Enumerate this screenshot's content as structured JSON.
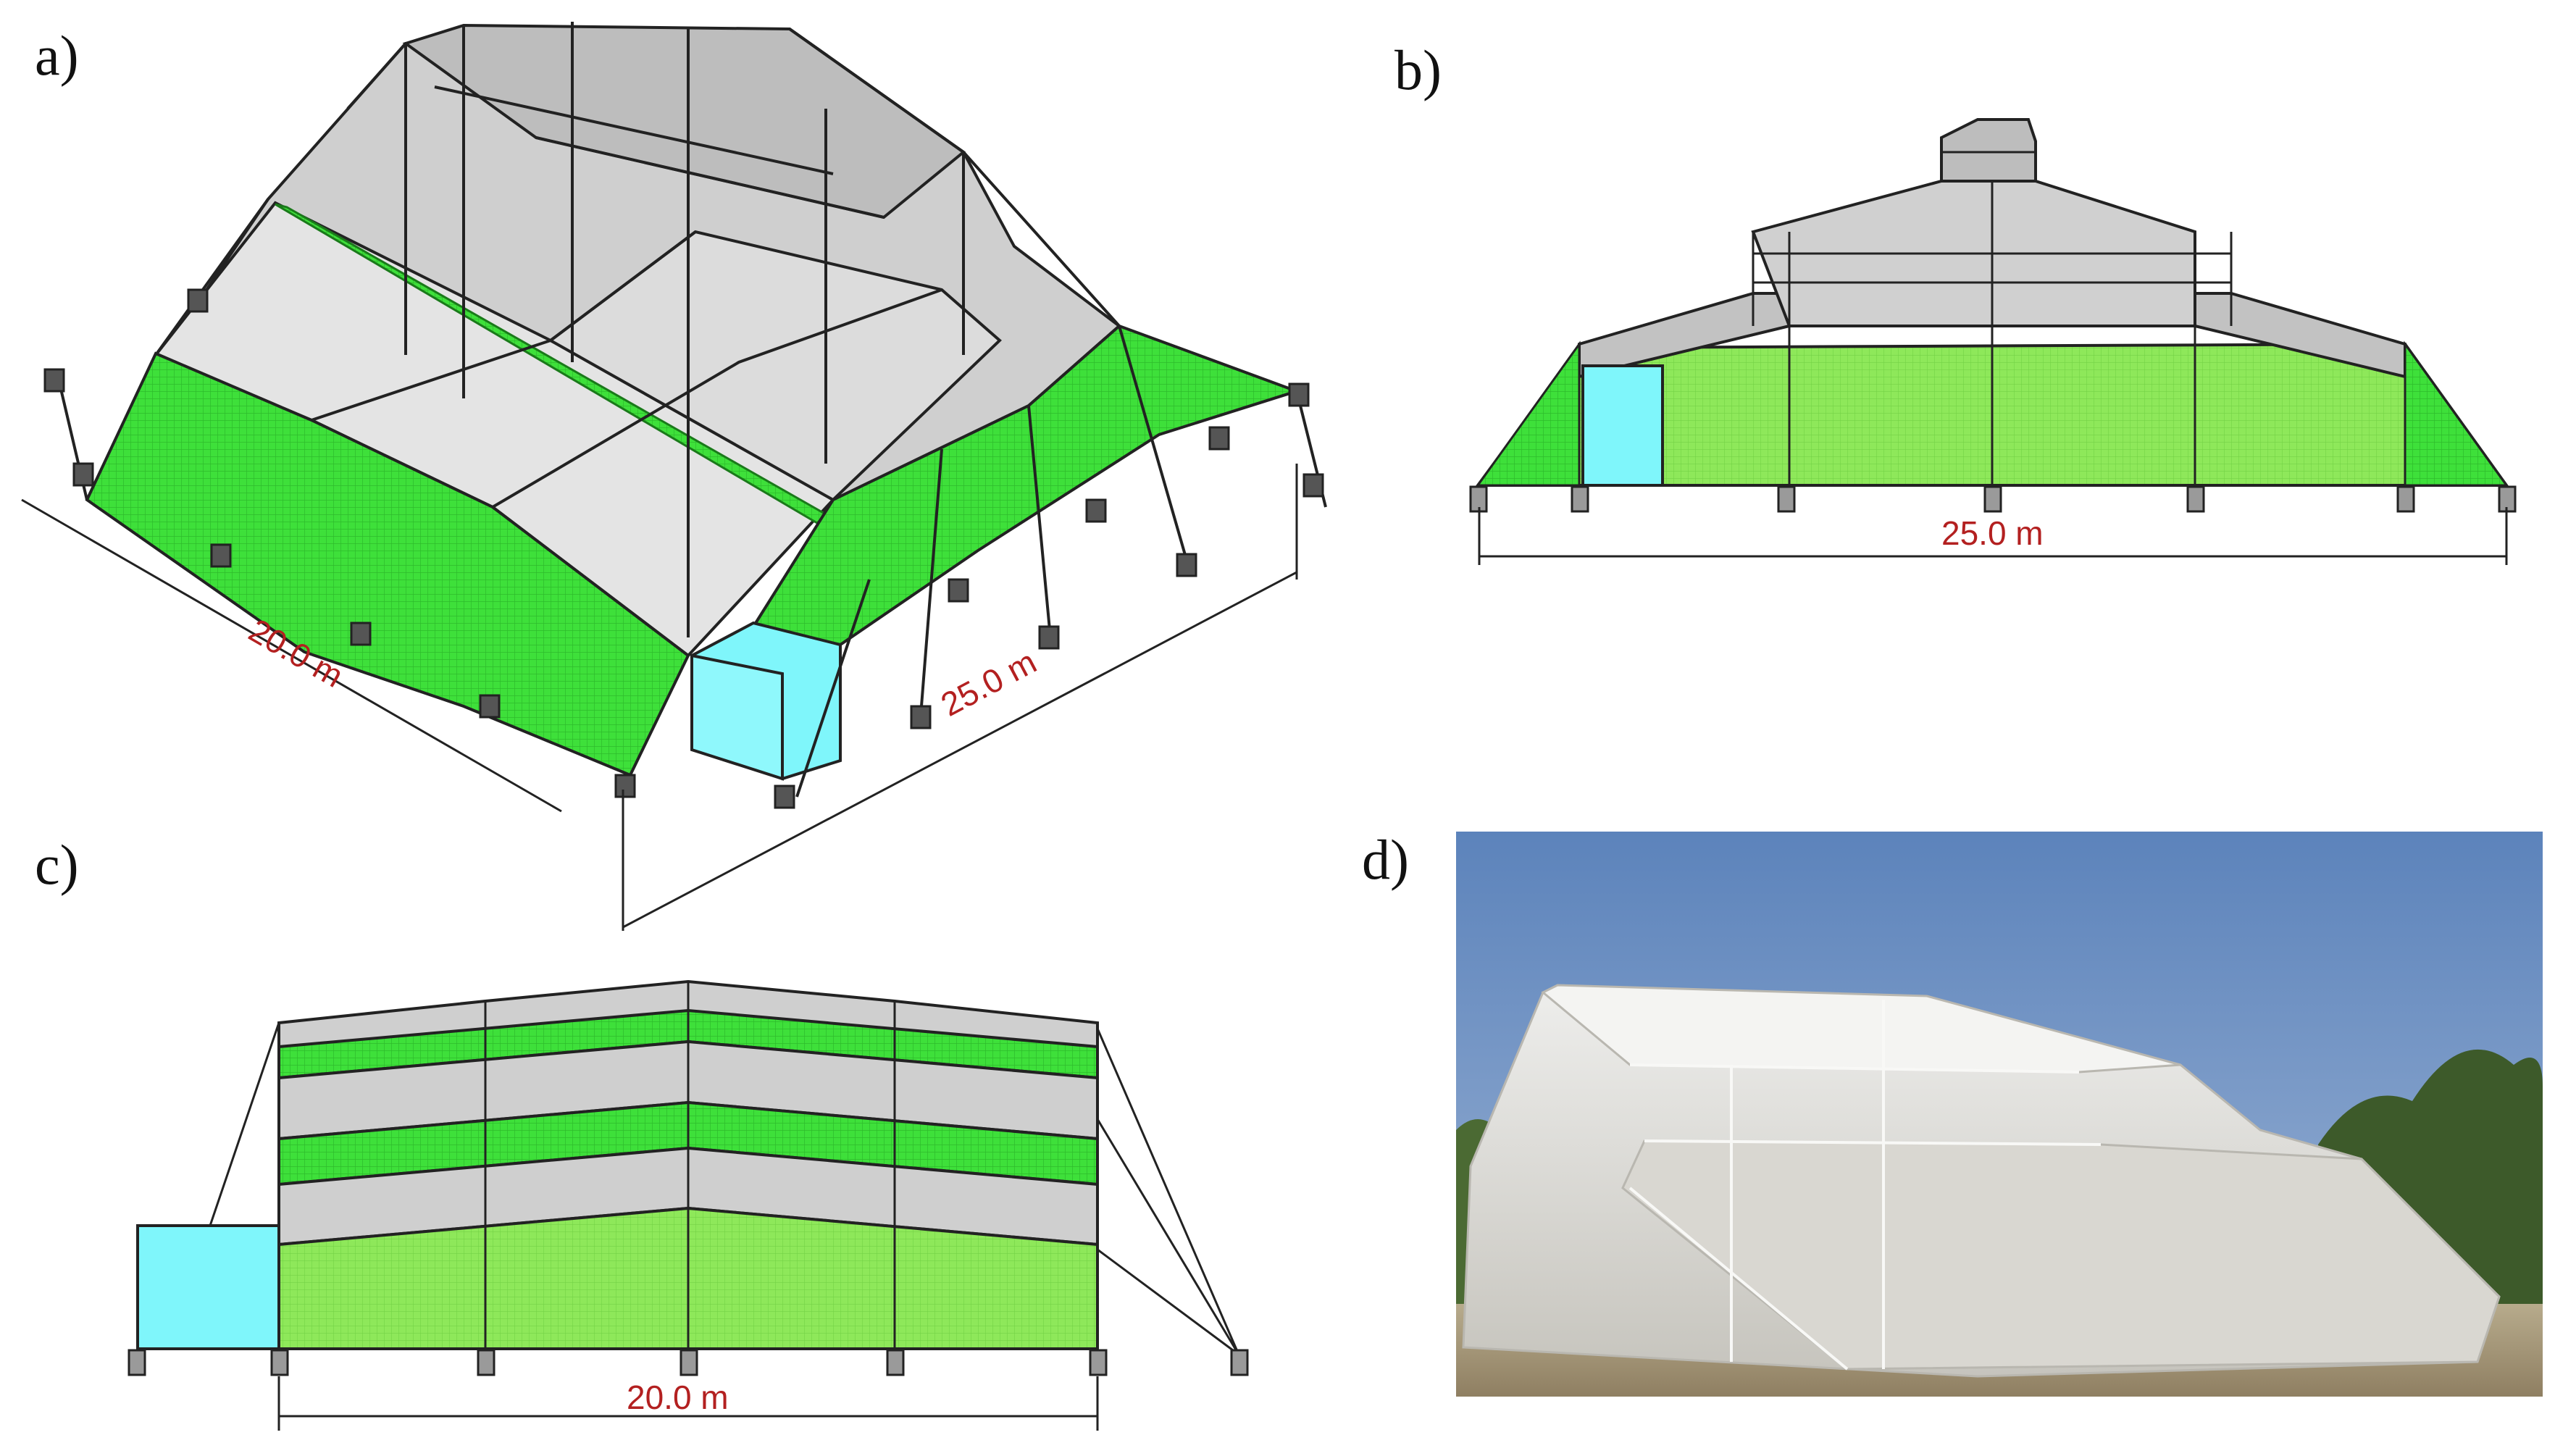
{
  "panels": {
    "a": {
      "label": "a)",
      "dim_length": "20.0 m",
      "dim_width": "25.0 m"
    },
    "b": {
      "label": "b)",
      "dim_width": "25.0 m"
    },
    "c": {
      "label": "c)",
      "dim_length": "20.0 m"
    },
    "d": {
      "label": "d)"
    }
  },
  "colors": {
    "net_green": "#3ee03a",
    "net_green_light": "#8ee85a",
    "cover_gray": "#c9c9c9",
    "cover_gray_light": "#e6e6e6",
    "door_cyan": "#7ff6fb",
    "dimension_text": "#b32020",
    "sky": "#6d8fbf",
    "ground": "#a99c7f"
  }
}
